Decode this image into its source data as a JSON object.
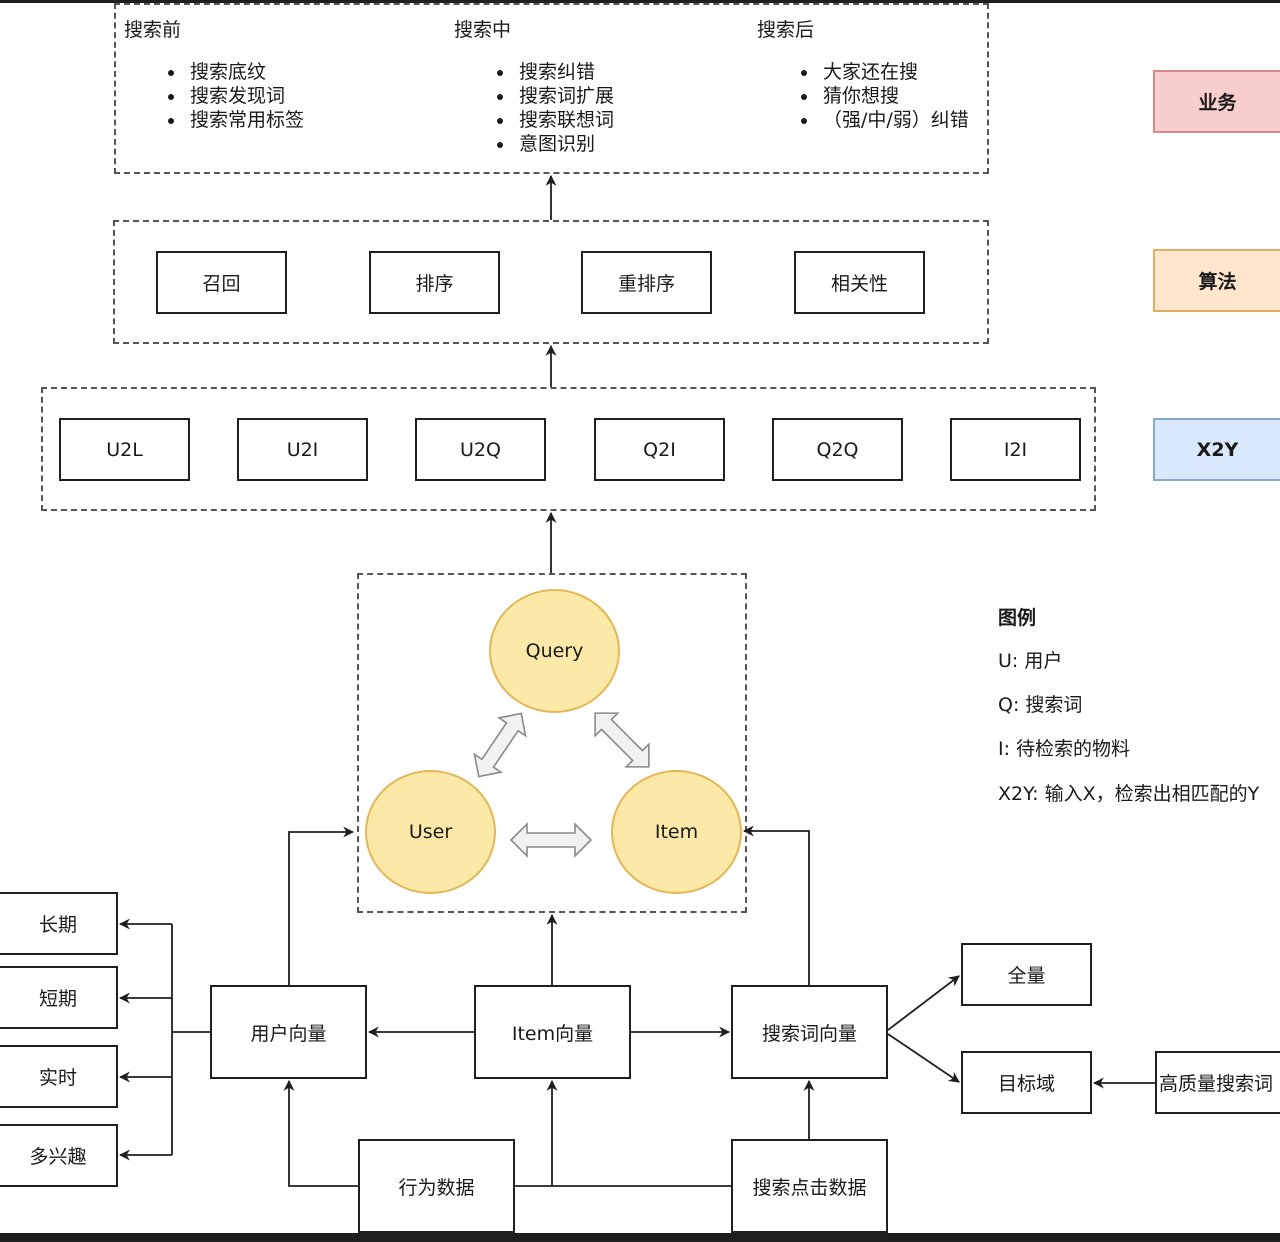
{
  "business": {
    "col_before": {
      "title": "搜索前",
      "items": [
        "搜索底纹",
        "搜索发现词",
        "搜索常用标签"
      ]
    },
    "col_during": {
      "title": "搜索中",
      "items": [
        "搜索纠错",
        "搜索词扩展",
        "搜索联想词",
        "意图识别"
      ]
    },
    "col_after": {
      "title": "搜索后",
      "items": [
        "大家还在搜",
        "猜你想搜",
        "（强/中/弱）纠错"
      ]
    }
  },
  "algorithm": {
    "recall": "召回",
    "rank": "排序",
    "rerank": "重排序",
    "relevance": "相关性"
  },
  "x2y": {
    "u2l": "U2L",
    "u2i": "U2I",
    "u2q": "U2Q",
    "q2i": "Q2I",
    "q2q": "Q2Q",
    "i2i": "I2I"
  },
  "layers": {
    "business": {
      "label": "业务",
      "color": "#f8cecc",
      "border": "#d98a88"
    },
    "algorithm": {
      "label": "算法",
      "color": "#ffe6cc",
      "border": "#e3ad62"
    },
    "x2y": {
      "label": "X2Y",
      "color": "#dae8fc",
      "border": "#8aa8cf"
    }
  },
  "entities": {
    "query": "Query",
    "user": "User",
    "item": "Item"
  },
  "vectors": {
    "user": "用户向量",
    "item": "Item向量",
    "query": "搜索词向量"
  },
  "user_types": {
    "long_term": "长期",
    "short_term": "短期",
    "realtime": "实时",
    "multi_interest": "多兴趣"
  },
  "query_targets": {
    "full": "全量",
    "target_domain": "目标域",
    "hq_queries": "高质量搜索词"
  },
  "data_sources": {
    "behavior": "行为数据",
    "search_click": "搜索点击数据"
  },
  "legend": {
    "title": "图例",
    "u": "U:  用户",
    "q": "Q:  搜索词",
    "i": " I:  待检索的物料",
    "x2y": "X2Y: 输入X，检索出相匹配的Y"
  }
}
